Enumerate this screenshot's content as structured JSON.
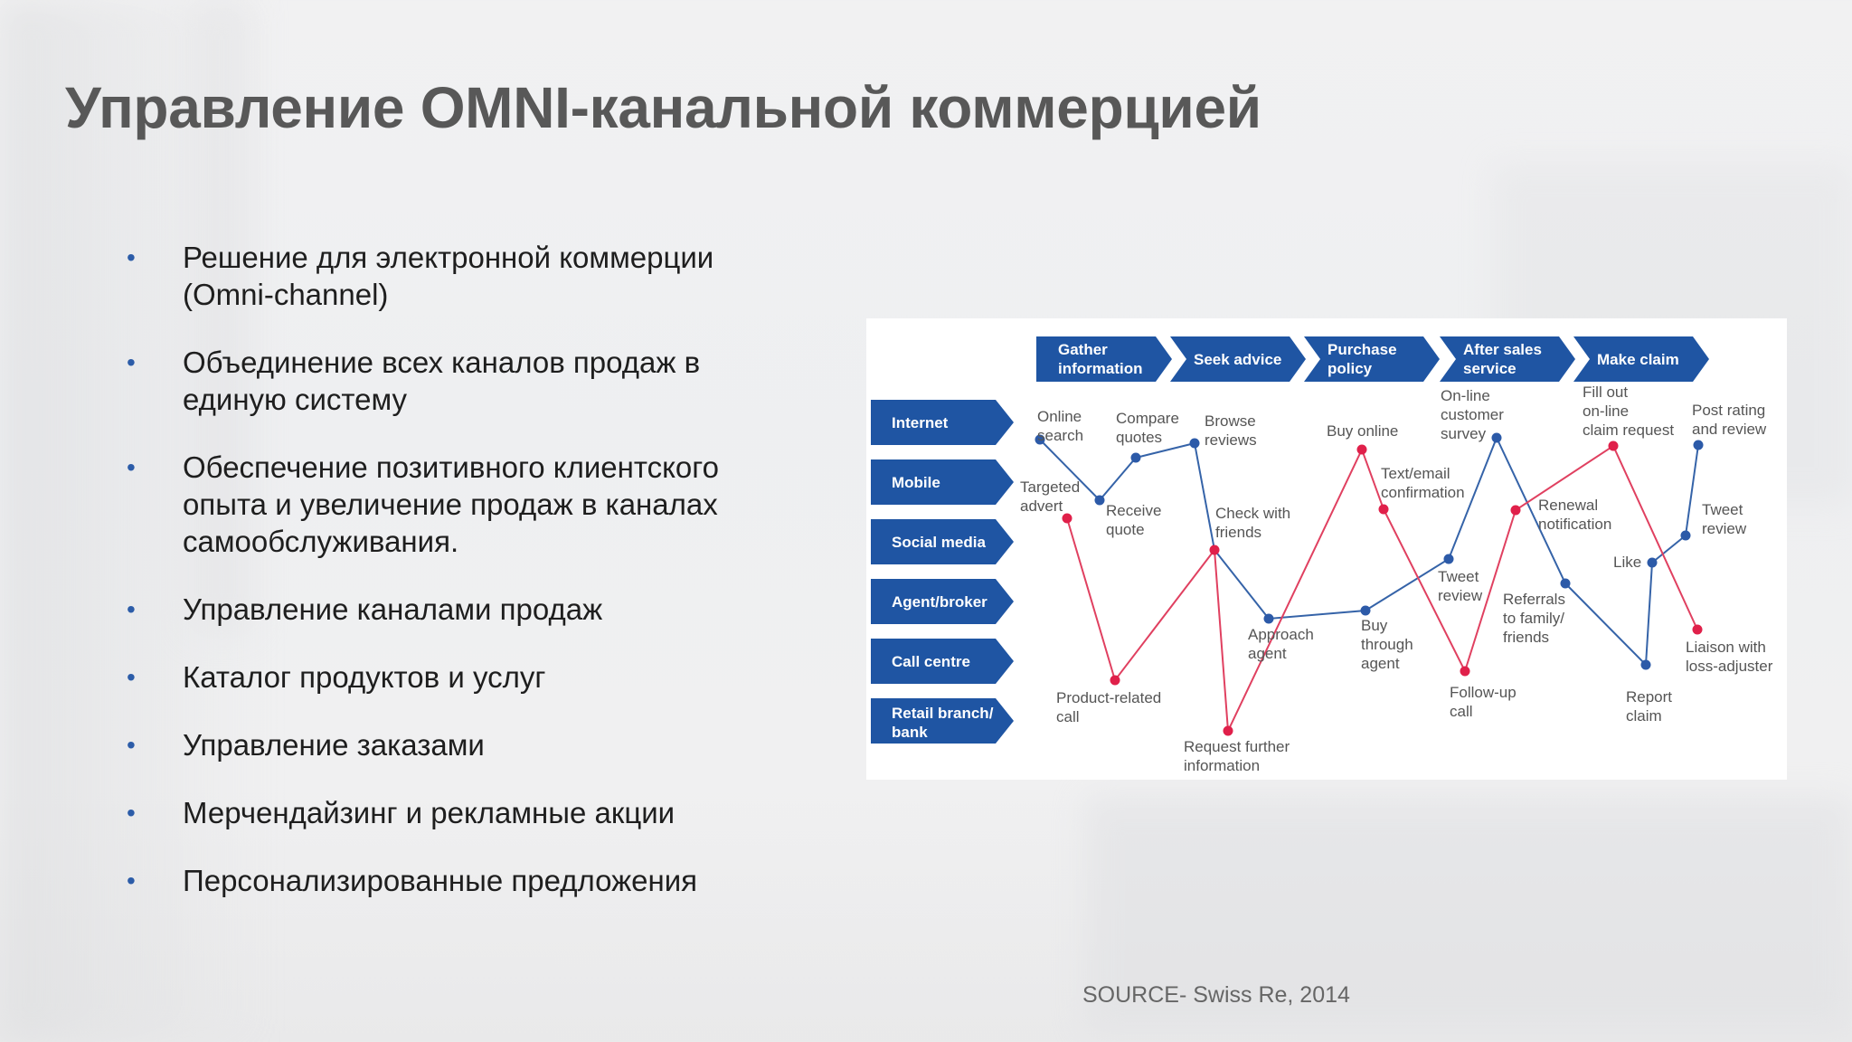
{
  "slide": {
    "title": "Управление OMNI-канальной коммерцией",
    "bullet_glyph": "•",
    "bullets": [
      [
        "Решение для электронной коммерции",
        "(Omni-channel)"
      ],
      [
        "Объединение всех каналов продаж в",
        "единую систему"
      ],
      [
        "Обеспечение позитивного  клиентского",
        "опыта и увеличение продаж в каналах",
        "самообслуживания."
      ],
      [
        "Управление каналами продаж"
      ],
      [
        "Каталог продуктов и услуг"
      ],
      [
        "Управление заказами"
      ],
      [
        "Мерчендайзинг и рекламные акции"
      ],
      [
        "Персонализированные предложения"
      ]
    ],
    "source": "SOURCE- Swiss Re, 2014"
  },
  "diagram": {
    "colors": {
      "header_fill": "#1f55a3",
      "blue_line": "#3563a8",
      "red_line": "#e04060",
      "node_blue": "#2c5aa8",
      "node_red": "#e0204a"
    },
    "stages": [
      [
        "Gather",
        "information"
      ],
      [
        "Seek advice"
      ],
      [
        "Purchase",
        "policy"
      ],
      [
        "After sales",
        "service"
      ],
      [
        "Make claim"
      ]
    ],
    "channels": [
      [
        "Internet"
      ],
      [
        "Mobile"
      ],
      [
        "Social media"
      ],
      [
        "Agent/broker"
      ],
      [
        "Call centre"
      ],
      [
        "Retail branch/",
        "bank"
      ]
    ],
    "nodes": {
      "online_search": {
        "label": [
          "Online",
          "search"
        ],
        "color": "blue"
      },
      "receive_quote": {
        "label": [
          "Receive",
          "quote"
        ],
        "color": "blue"
      },
      "compare_quotes": {
        "label": [
          "Compare",
          "quotes"
        ],
        "color": "blue"
      },
      "browse_reviews": {
        "label": [
          "Browse",
          "reviews"
        ],
        "color": "blue"
      },
      "check_friends": {
        "label": [
          "Check with",
          "friends"
        ],
        "color": "red"
      },
      "approach_agent": {
        "label": [
          "Approach",
          "agent"
        ],
        "color": "blue"
      },
      "buy_through_agent": {
        "label": [
          "Buy",
          "through",
          "agent"
        ],
        "color": "blue"
      },
      "tweet_review": {
        "label": [
          "Tweet",
          "review"
        ],
        "color": "blue"
      },
      "online_survey": {
        "label": [
          "On-line",
          "customer",
          "survey"
        ],
        "color": "blue"
      },
      "referrals": {
        "label": [
          "Referrals",
          "to family/",
          "friends"
        ],
        "color": "blue"
      },
      "report_claim": {
        "label": [
          "Report",
          "claim"
        ],
        "color": "blue"
      },
      "like": {
        "label": [
          "Like"
        ],
        "color": "blue"
      },
      "tweet_review_2": {
        "label": [
          "Tweet",
          "review"
        ],
        "color": "blue"
      },
      "post_rating": {
        "label": [
          "Post rating",
          "and review"
        ],
        "color": "blue"
      },
      "targeted_advert": {
        "label": [
          "Targeted",
          "advert"
        ],
        "color": "red"
      },
      "product_call": {
        "label": [
          "Product-related",
          "call"
        ],
        "color": "red"
      },
      "request_info": {
        "label": [
          "Request  further",
          "information"
        ],
        "color": "red"
      },
      "buy_online": {
        "label": [
          "Buy online"
        ],
        "color": "red"
      },
      "text_email": {
        "label": [
          "Text/email",
          "confirmation"
        ],
        "color": "red"
      },
      "follow_up": {
        "label": [
          "Follow-up",
          "call"
        ],
        "color": "red"
      },
      "renewal": {
        "label": [
          "Renewal",
          "notification"
        ],
        "color": "red"
      },
      "fill_claim": {
        "label": [
          "Fill out",
          "on-line",
          "claim request"
        ],
        "color": "red"
      },
      "liaison": {
        "label": [
          "Liaison with",
          "loss-adjuster"
        ],
        "color": "red"
      }
    },
    "blue_path": [
      "online_search",
      "receive_quote",
      "compare_quotes",
      "browse_reviews",
      "check_friends",
      "approach_agent",
      "buy_through_agent",
      "tweet_review",
      "online_survey",
      "referrals",
      "report_claim",
      "like",
      "tweet_review_2",
      "post_rating"
    ],
    "red_path": [
      "targeted_advert",
      "product_call",
      "check_friends",
      "request_info",
      "buy_online",
      "text_email",
      "follow_up",
      "renewal",
      "fill_claim",
      "liaison"
    ]
  }
}
